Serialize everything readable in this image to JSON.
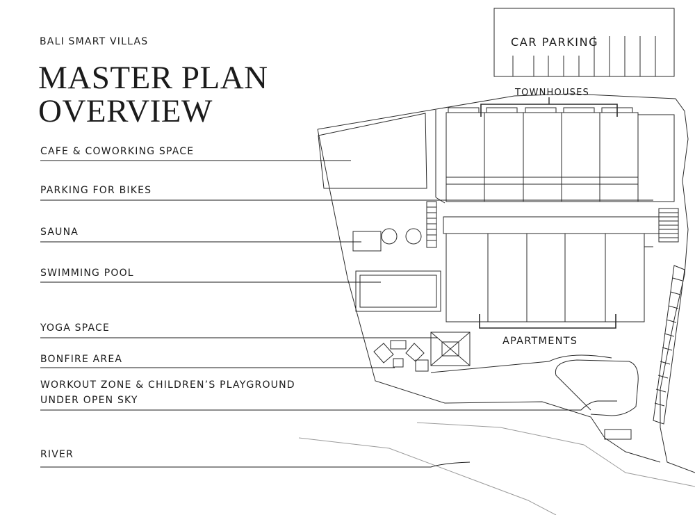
{
  "header": {
    "brand": "BALI SMART VILLAS",
    "title_line1": "MASTER PLAN",
    "title_line2": "OVERVIEW"
  },
  "legend": [
    {
      "key": "cafe",
      "label": "CAFE & COWORKING SPACE"
    },
    {
      "key": "bike_parking",
      "label": "PARKING FOR BIKES"
    },
    {
      "key": "sauna",
      "label": "SAUNA"
    },
    {
      "key": "pool",
      "label": "SWIMMING POOL"
    },
    {
      "key": "yoga",
      "label": "YOGA SPACE"
    },
    {
      "key": "bonfire",
      "label": "BONFIRE AREA"
    },
    {
      "key": "workout",
      "label_line1": "WORKOUT ZONE & CHILDREN’S PLAYGROUND",
      "label_line2": "UNDER OPEN SKY"
    },
    {
      "key": "river",
      "label": "RIVER"
    }
  ],
  "plan_labels": {
    "car_parking": "CAR PARKING",
    "townhouses": "TOWNHOUSES",
    "apartments": "APARTMENTS"
  },
  "colors": {
    "ink": "#1b1b1b",
    "line": "#2a2a2a",
    "faint": "#9a9a9a"
  }
}
